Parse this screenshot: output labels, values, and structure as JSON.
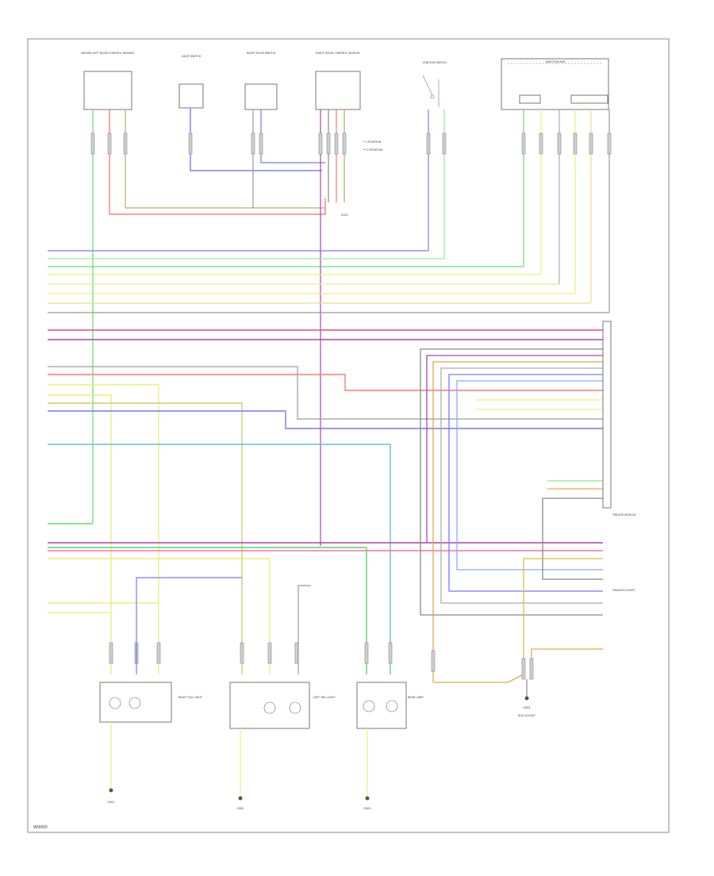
{
  "footer": {
    "code": "W0000"
  },
  "notes": {
    "top_legend_1": "* 1-POSITION",
    "top_legend_2": "** 2-POSITION"
  },
  "components": {
    "left_door_module": "DRIVER LEFT DOOR CONTROL MODULE",
    "light_switch": "LIGHT SWITCH",
    "right_door_switch": "RIGHT DOOR SWITCH",
    "right_door_module": "RIGHT DOOR CONTROL MODULE",
    "ignition_switch": "IGNITION SWITCH",
    "junction_box": "JUNCTION BOX",
    "trailer_module": "TRAILER MODULE",
    "trailer_socket": "TRAILER SOCKET",
    "aux_socket": "AUX SOCKET",
    "right_taillight": "RIGHT TAIL LIGHT",
    "left_taillight": "LEFT TAIL LIGHT",
    "rear_lamp": "REAR LAMP",
    "ground_1": "G301",
    "ground_2": "G302",
    "ground_3": "G303",
    "ground_4": "G304",
    "splice": "S120"
  }
}
